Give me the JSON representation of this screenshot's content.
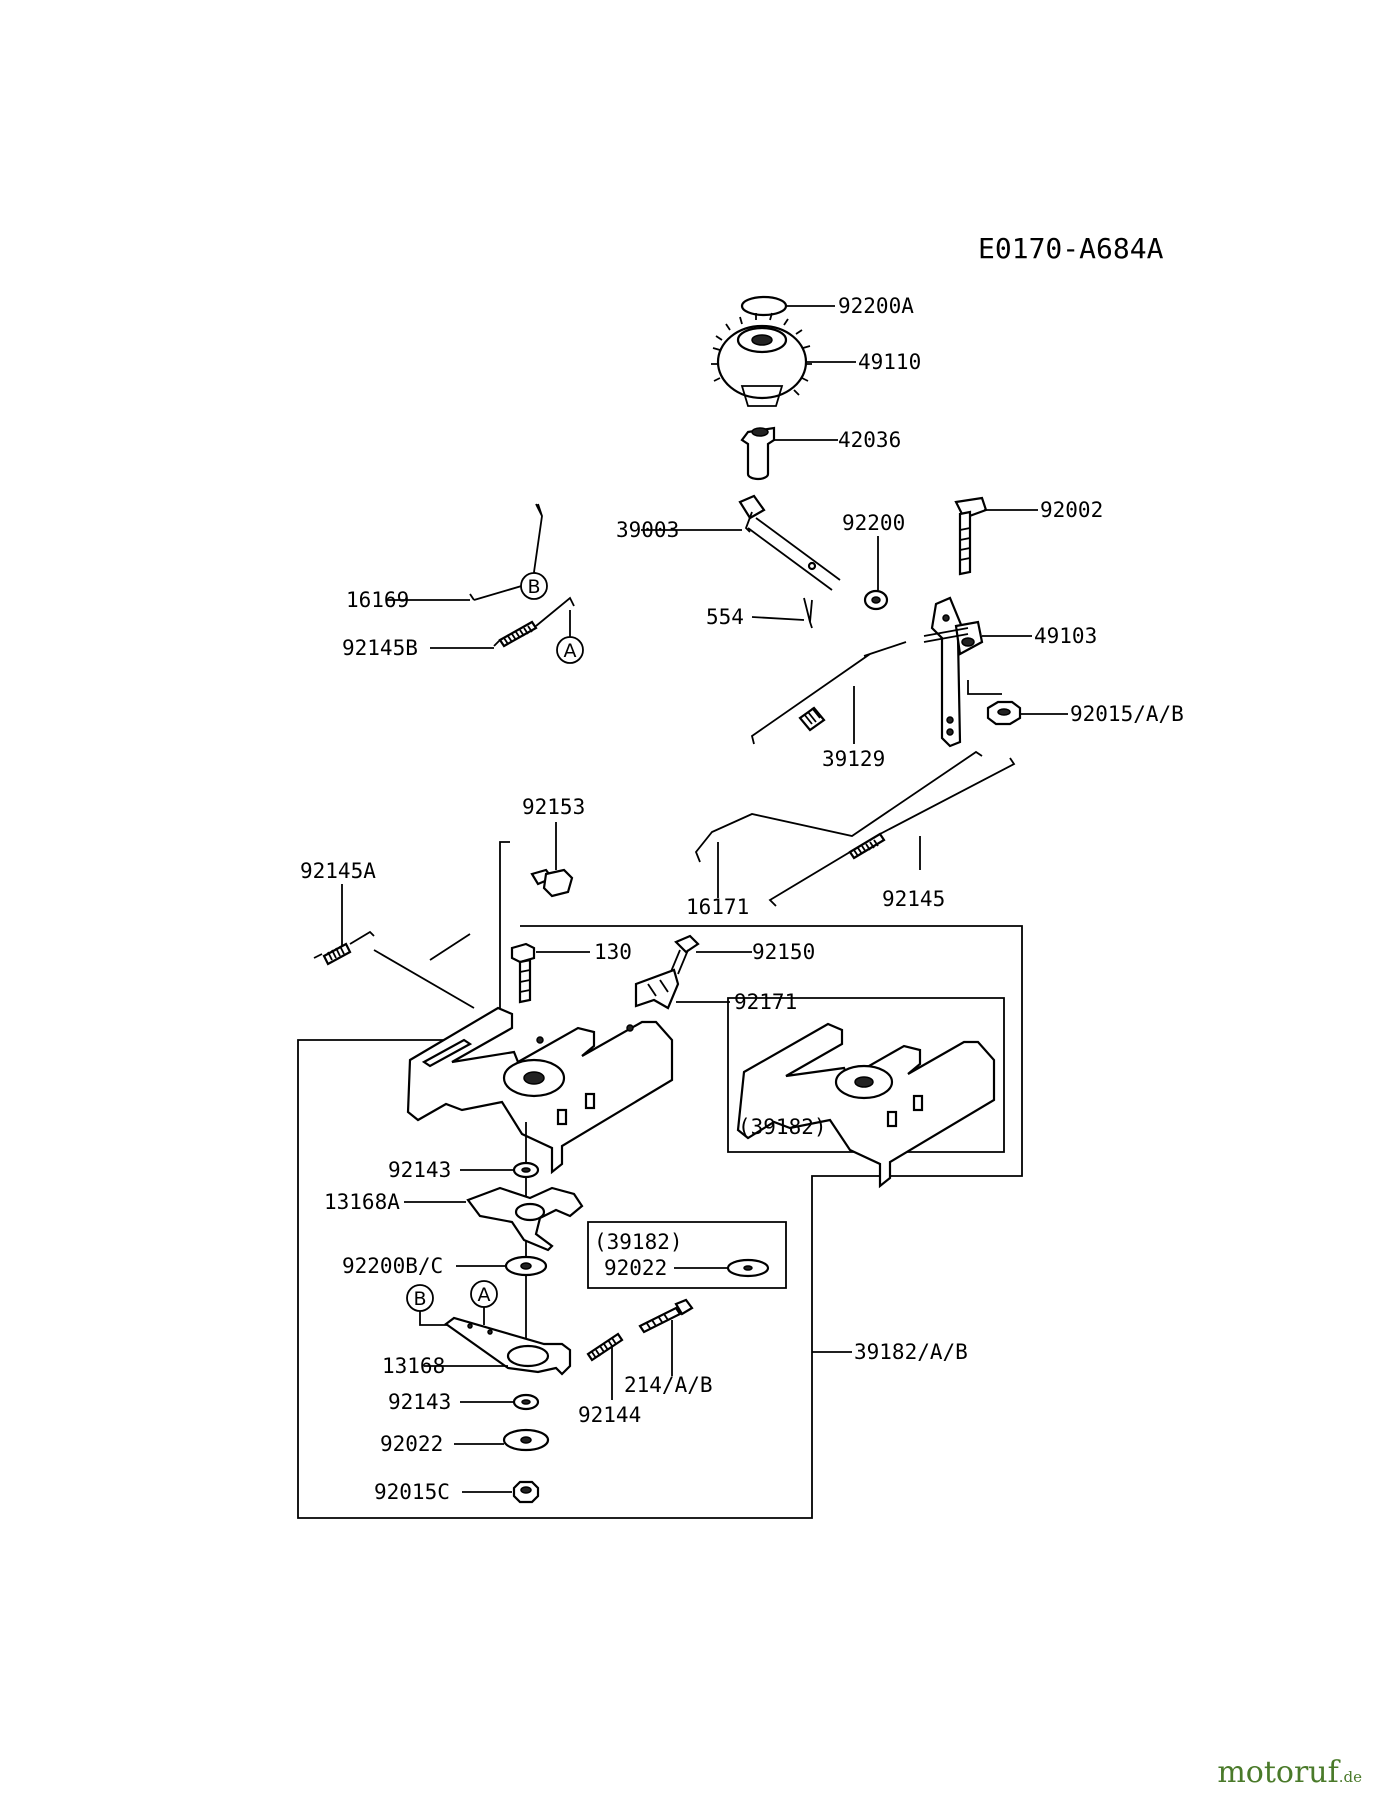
{
  "diagram_code": "E0170-A684A",
  "labels": {
    "p92200A": "92200A",
    "p49110": "49110",
    "p42036": "42036",
    "p39003": "39003",
    "p92200": "92200",
    "p92002": "92002",
    "p16169": "16169",
    "p554": "554",
    "p49103": "49103",
    "p92145B": "92145B",
    "p92015AB": "92015/A/B",
    "p39129": "39129",
    "p92153": "92153",
    "p92145A": "92145A",
    "p16171": "16171",
    "p92145": "92145",
    "p130": "130",
    "p92150": "92150",
    "p92171": "92171",
    "p39182inset": "(39182)",
    "p92143a": "92143",
    "p13168A": "13168A",
    "p39182box": "(39182)",
    "p92022box": "92022",
    "p92200BC": "92200B/C",
    "p39182AB": "39182/A/B",
    "p13168": "13168",
    "p214AB": "214/A/B",
    "p92143b": "92143",
    "p92144": "92144",
    "p92022": "92022",
    "p92015C": "92015C"
  },
  "callouts": {
    "b1": "B",
    "a1": "A",
    "a2": "A",
    "b2": "B"
  },
  "watermark": {
    "brand": "motoruf",
    "tld": ".de"
  }
}
